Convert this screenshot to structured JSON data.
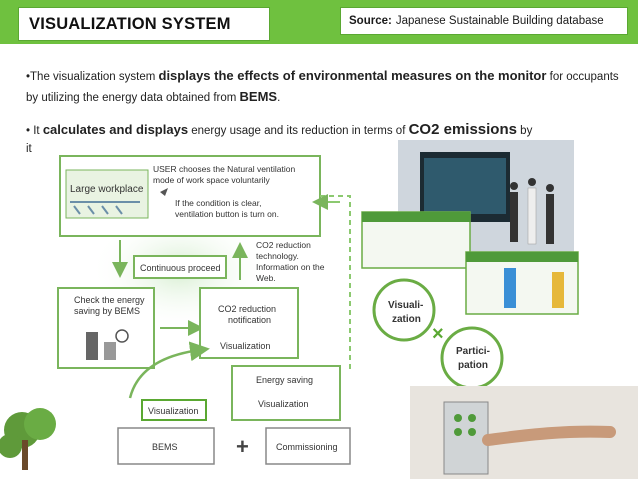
{
  "header": {
    "title": "VISUALIZATION SYSTEM",
    "source_label": "Source:",
    "source_text": "Japanese Sustainable Building database"
  },
  "paragraphs": {
    "p1_a": "•The visualization system ",
    "p1_b": "displays the effects of environmental measures on the monitor",
    "p1_c": " for occupants by utilizing the energy data obtained from ",
    "p1_d": "BEMS",
    "p1_e": ".",
    "p2_a": "• It ",
    "p2_b": "calculates and displays",
    "p2_c": " energy usage and its reduction in terms of ",
    "p2_d": "CO2 emissions",
    "p2_e": " by",
    "p2_tail": "it"
  },
  "diagram": {
    "large_workplace": "Large workplace",
    "user_chooses": "USER chooses the Natural ventilation",
    "user_chooses_2": "mode of work space voluntarily",
    "condition_1": "If the condition is clear,",
    "condition_2": "ventilation button is turn on.",
    "co2_tech_1": "CO2 reduction",
    "co2_tech_2": "technology.",
    "co2_tech_3": "Information on the",
    "co2_tech_4": "Web.",
    "continuous": "Continuous proceed",
    "check_1": "Check the energy",
    "check_2": "saving by BEMS",
    "co2_notif_1": "CO2 reduction",
    "co2_notif_2": "notification",
    "visualization_inner": "Visualization",
    "energy_saving": "Energy saving",
    "visualization_inner2": "Visualization",
    "visualization_box": "Visualization",
    "bems": "BEMS",
    "plus": "+",
    "commissioning": "Commissioning",
    "visualization_circle_1": "Visuali-",
    "visualization_circle_2": "zation",
    "times": "×",
    "participation_1": "Partici-",
    "participation_2": "pation"
  },
  "colors": {
    "header_green": "#6fc13f",
    "box_green": "#7ab55c",
    "dash_green": "#8cc970"
  }
}
